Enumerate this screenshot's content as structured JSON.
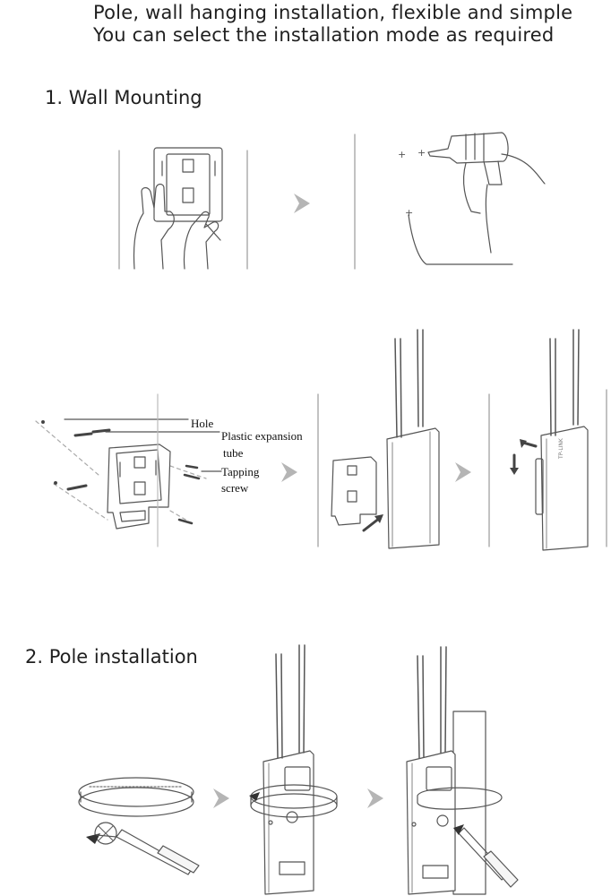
{
  "header": {
    "line1": "Pole, wall hanging installation, flexible and simple",
    "line2": "You can select the installation mode as required"
  },
  "sections": {
    "wall": {
      "title": "1. Wall Mounting"
    },
    "pole": {
      "title": "2. Pole installation"
    }
  },
  "callouts": {
    "hole": "Hole",
    "tube_line1": "Plastic expansion",
    "tube_line2": "tube",
    "screw_line1": "Tapping",
    "screw_line2": "screw"
  },
  "colors": {
    "line": "#555555",
    "light": "#9a9a9a",
    "arrow": "#b5b5b5",
    "dark": "#333333"
  }
}
